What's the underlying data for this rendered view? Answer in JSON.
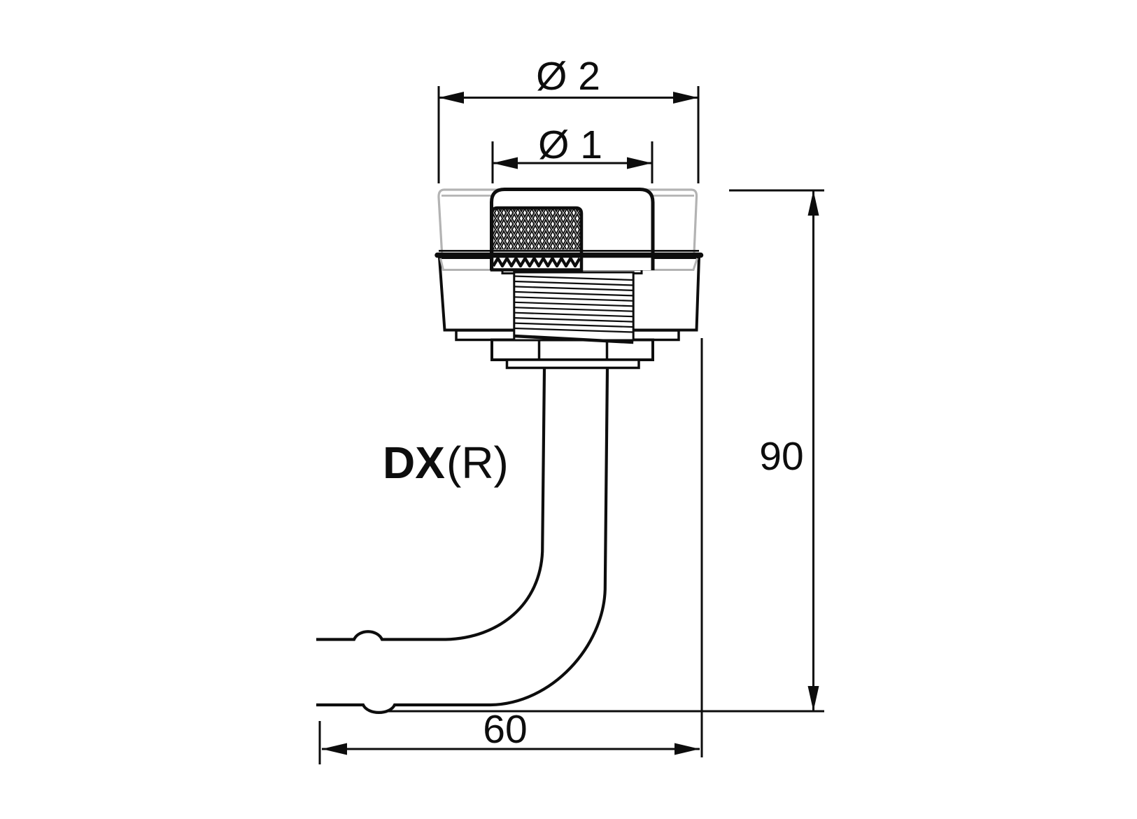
{
  "labels": {
    "outer_diameter": "Ø 2",
    "inner_diameter": "Ø 1",
    "total_height": "90",
    "horizontal_length": "60",
    "model_code": "DX",
    "model_variant": "(R)"
  },
  "colors": {
    "line": "#0d0d0d",
    "translucent_part_outline": "#b3b3b3",
    "background": "#ffffff"
  }
}
